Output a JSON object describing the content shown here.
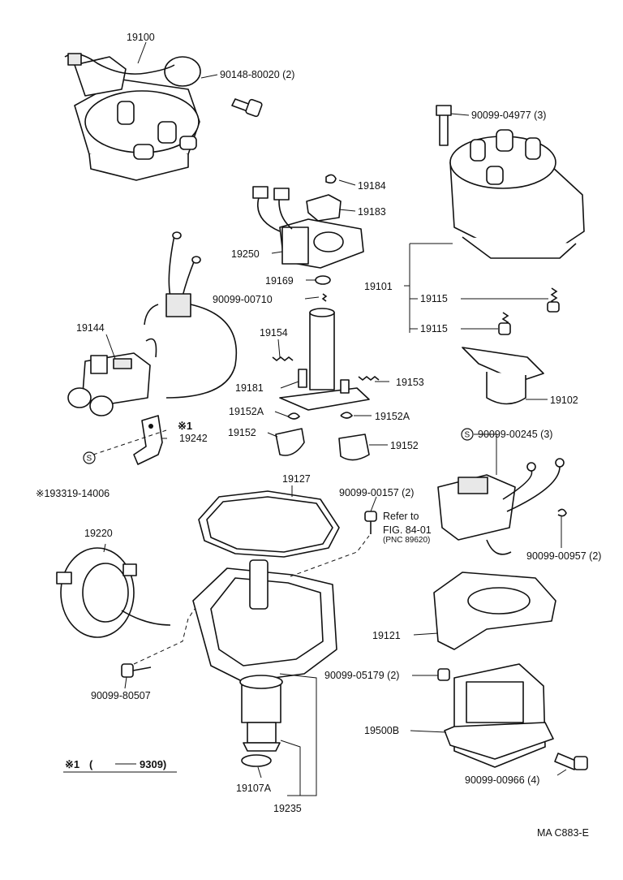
{
  "labels": {
    "p19100": "19100",
    "p90148": "90148-80020 (2)",
    "p90099_04977": "90099-04977 (3)",
    "p19184": "19184",
    "p19183": "19183",
    "p19250": "19250",
    "p19169": "19169",
    "p90099_00710": "90099-00710",
    "p19101": "19101",
    "p19115a": "19115",
    "p19115b": "19115",
    "p19144": "19144",
    "p19154": "19154",
    "p19181": "19181",
    "p19153": "19153",
    "p19102": "19102",
    "p19152Aa": "19152A",
    "p19152Ab": "19152A",
    "p19152a": "19152",
    "p19152b": "19152",
    "star1": "※1",
    "p19242": "19242",
    "p193319": "※193319-14006",
    "p90099_00245": "90099-00245 (3)",
    "p19127": "19127",
    "p90099_00157": "90099-00157 (2)",
    "refer1": "Refer to",
    "refer2": "FIG. 84-01",
    "refer3": "(PNC 89620)",
    "p90099_00957": "90099-00957 (2)",
    "p19220": "19220",
    "p19121": "19121",
    "p90099_80507": "90099-80507",
    "p90099_05179": "90099-05179 (2)",
    "p19500B": "19500B",
    "note_star": "※1",
    "note_paren_open": "(",
    "note_range": "9309)",
    "p19107A": "19107A",
    "p90099_00966": "90099-00966 (4)",
    "p19235": "19235",
    "fig_code": "MA  C883-E",
    "s_symbol_1": "S",
    "s_symbol_2": "S"
  }
}
